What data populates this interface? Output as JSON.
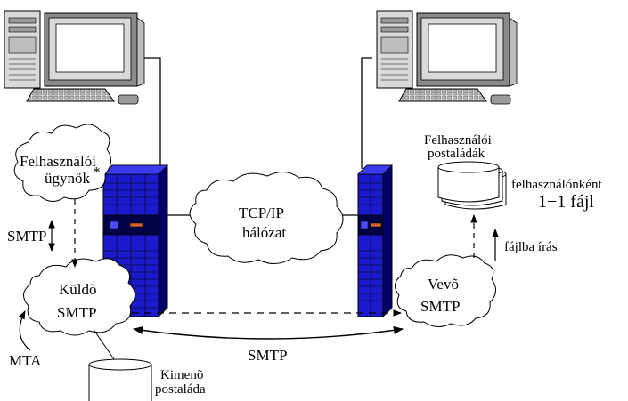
{
  "labels": {
    "user_agent_line1": "Felhasználói",
    "user_agent_line2": "ügynök",
    "asterisk": "*",
    "smtp_left": "SMTP",
    "sender_line1": "Küldõ",
    "sender_line2": "SMTP",
    "mta": "MTA",
    "outbox_line1": "Kimenõ",
    "outbox_line2": "postaláda",
    "network_line1": "TCP/IP",
    "network_line2": "hálózat",
    "smtp_bottom": "SMTP",
    "receiver_line1": "Vevõ",
    "receiver_line2": "SMTP",
    "mailboxes_line1": "Felhasználói",
    "mailboxes_line2": "postaládák",
    "per_user_line1": "felhasználónként",
    "per_user_line2": "1−1 fájl",
    "file_write": "fájlba írás"
  },
  "colors": {
    "server_body": "#1a1acc",
    "server_dark": "#000066",
    "server_slot_orange": "#d4622a",
    "pc_case": "#d9d9d9",
    "pc_shadow": "#8a8a8a",
    "line": "#000000"
  }
}
